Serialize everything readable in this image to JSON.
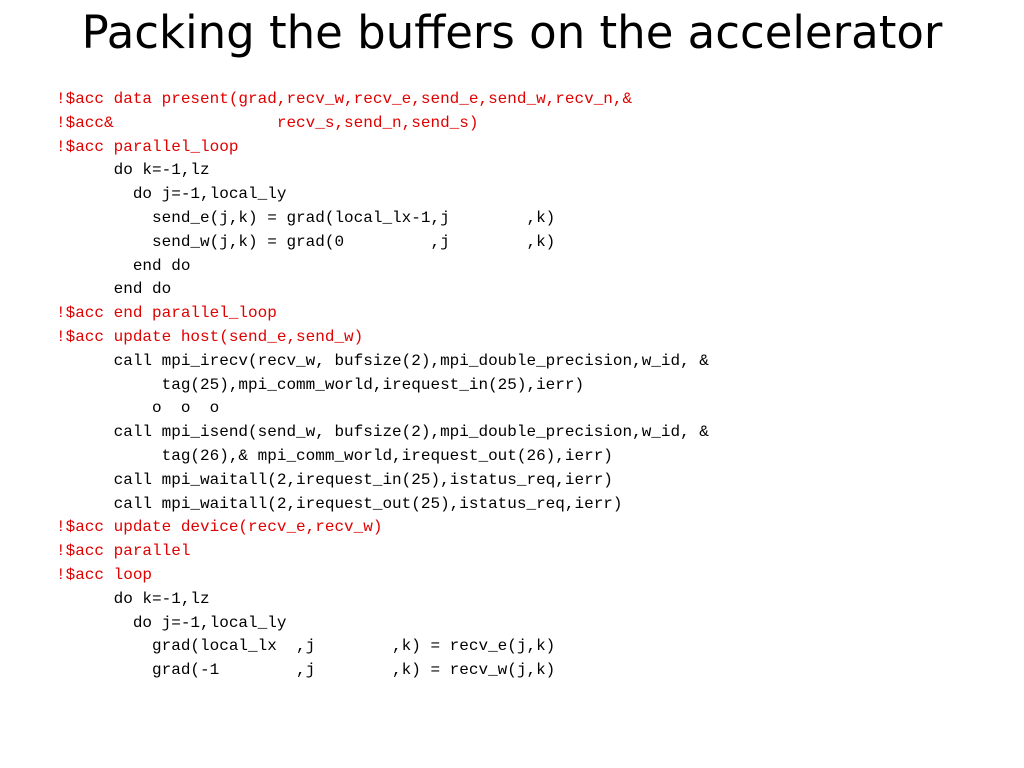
{
  "slide": {
    "title": "Packing the buffers on the accelerator"
  },
  "colors": {
    "directive": "#e00000",
    "code": "#000000"
  },
  "code_lines": [
    {
      "kind": "directive",
      "text": "!$acc data present(grad,recv_w,recv_e,send_e,send_w,recv_n,&"
    },
    {
      "kind": "directive",
      "text": "!$acc&                 recv_s,send_n,send_s)"
    },
    {
      "kind": "directive",
      "text": "!$acc parallel_loop"
    },
    {
      "kind": "code",
      "text": "      do k=-1,lz"
    },
    {
      "kind": "code",
      "text": "        do j=-1,local_ly"
    },
    {
      "kind": "code",
      "text": "          send_e(j,k) = grad(local_lx-1,j        ,k)"
    },
    {
      "kind": "code",
      "text": "          send_w(j,k) = grad(0         ,j        ,k)"
    },
    {
      "kind": "code",
      "text": "        end do"
    },
    {
      "kind": "code",
      "text": "      end do"
    },
    {
      "kind": "directive",
      "text": "!$acc end parallel_loop"
    },
    {
      "kind": "directive",
      "text": "!$acc update host(send_e,send_w)"
    },
    {
      "kind": "code",
      "text": "      call mpi_irecv(recv_w, bufsize(2),mpi_double_precision,w_id, &"
    },
    {
      "kind": "code",
      "text": "           tag(25),mpi_comm_world,irequest_in(25),ierr)"
    },
    {
      "kind": "code",
      "text": "          o  o  o"
    },
    {
      "kind": "code",
      "text": "      call mpi_isend(send_w, bufsize(2),mpi_double_precision,w_id, &"
    },
    {
      "kind": "code",
      "text": "           tag(26),& mpi_comm_world,irequest_out(26),ierr)"
    },
    {
      "kind": "code",
      "text": "      call mpi_waitall(2,irequest_in(25),istatus_req,ierr)"
    },
    {
      "kind": "code",
      "text": "      call mpi_waitall(2,irequest_out(25),istatus_req,ierr)"
    },
    {
      "kind": "directive",
      "text": "!$acc update device(recv_e,recv_w)"
    },
    {
      "kind": "directive",
      "text": "!$acc parallel"
    },
    {
      "kind": "directive",
      "text": "!$acc loop"
    },
    {
      "kind": "code",
      "text": "      do k=-1,lz"
    },
    {
      "kind": "code",
      "text": "        do j=-1,local_ly"
    },
    {
      "kind": "code",
      "text": "          grad(local_lx  ,j        ,k) = recv_e(j,k)"
    },
    {
      "kind": "code",
      "text": "          grad(-1        ,j        ,k) = recv_w(j,k)"
    }
  ]
}
